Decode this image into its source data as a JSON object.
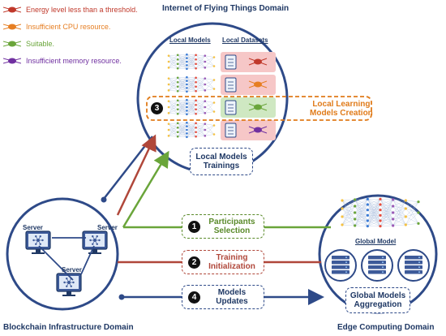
{
  "legend": [
    {
      "label": "Energy level less than a threshold.",
      "color": "#c0392b"
    },
    {
      "label": "Insufficient CPU resource.",
      "color": "#e67e22"
    },
    {
      "label": "Suitable.",
      "color": "#6aa53a"
    },
    {
      "label": "Insufficient memory resource.",
      "color": "#7030a0"
    }
  ],
  "domains": {
    "iot": "Internet of Flying Things Domain",
    "blockchain": "Blockchain Infrastructure Domain",
    "edge": "Edge Computing Domain"
  },
  "iot_panel": {
    "local_models": "Local Models",
    "local_datasets": "Local Datasets",
    "creation_num": "3",
    "creation_label": "Local Learning\nModels Creation",
    "trainings_label": "Local Models\nTrainings"
  },
  "steps": [
    {
      "num": "1",
      "label": "Participants\nSelection",
      "color": "#5a8a2a"
    },
    {
      "num": "2",
      "label": "Training\nInitialization",
      "color": "#b0473a"
    },
    {
      "num": "4",
      "label": "Models\nUpdates",
      "color": "#1f3864"
    }
  ],
  "servers": [
    "Server",
    "Server",
    "Server"
  ],
  "edge_panel": {
    "global_model": "Global Model",
    "aggregation_label": "Global Models\nAggregation"
  },
  "colors": {
    "navy": "#1f3864",
    "green": "#6aa53a",
    "red": "#b0473a",
    "orange": "#e07b1a",
    "datasetRed": "#f6c7c7",
    "datasetGreen": "#cfe8c2"
  }
}
